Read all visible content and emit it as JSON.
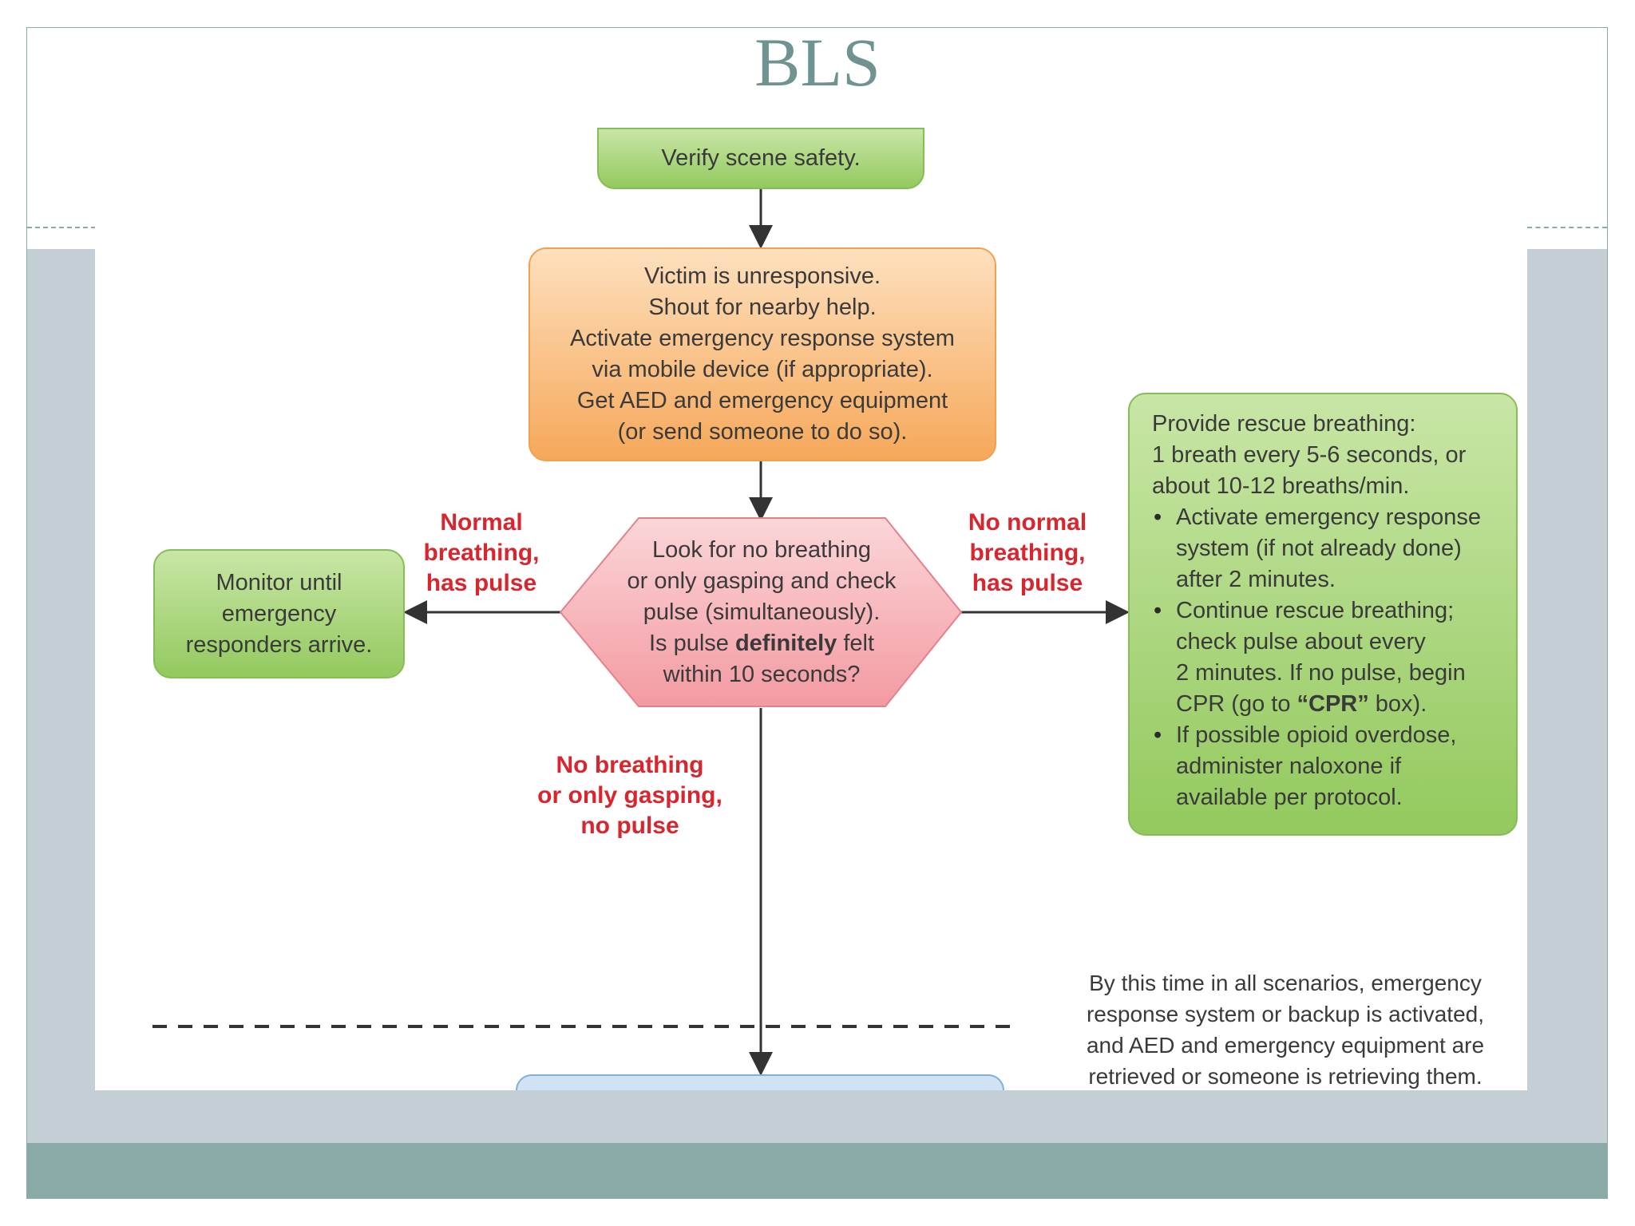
{
  "slide": {
    "title": "BLS"
  },
  "flowchart": {
    "scene_safety": "Verify scene safety.",
    "unresponsive_lines": [
      "Victim is unresponsive.",
      "Shout for nearby help.",
      "Activate emergency response system",
      "via mobile device (if appropriate).",
      "Get AED and emergency equipment",
      "(or send someone to do so)."
    ],
    "decision": {
      "line1": "Look for no breathing",
      "line2": "or only gasping and check",
      "line3": "pulse (simultaneously).",
      "line4_pre": "Is pulse ",
      "line4_bold": "definitely",
      "line4_post": " felt",
      "line5": "within 10 seconds?"
    },
    "monitor_lines": [
      "Monitor until",
      "emergency",
      "responders arrive."
    ],
    "label_normal": [
      "Normal",
      "breathing,",
      "has pulse"
    ],
    "label_no_normal": [
      "No normal",
      "breathing,",
      "has pulse"
    ],
    "label_no_breathing": [
      "No breathing",
      "or only gasping,",
      "no pulse"
    ],
    "rescue": {
      "heading1": "Provide rescue breathing:",
      "heading2": "1 breath every 5-6 seconds, or",
      "heading3": "about 10-12 breaths/min.",
      "bullet1": [
        "Activate emergency response",
        "system (if not already done)",
        "after 2 minutes."
      ],
      "bullet2_lines": [
        "Continue rescue breathing;",
        "check pulse about every",
        "2 minutes. If no pulse, begin"
      ],
      "bullet2_last_pre": "CPR (go to ",
      "bullet2_last_bold": "“CPR”",
      "bullet2_last_post": " box).",
      "bullet3": [
        "If possible opioid overdose,",
        "administer naloxone if",
        "available per protocol."
      ]
    },
    "note_lines": [
      "By this time in all scenarios, emergency",
      "response system or backup is activated,",
      "and AED and emergency equipment are",
      "retrieved or someone is retrieving them."
    ],
    "colors": {
      "green_box": "#93c95e",
      "orange_box": "#f6a85a",
      "pink_decision": "#f7b8bd",
      "red_label": "#d7262e",
      "blue_box": "#cfe3f5"
    }
  }
}
